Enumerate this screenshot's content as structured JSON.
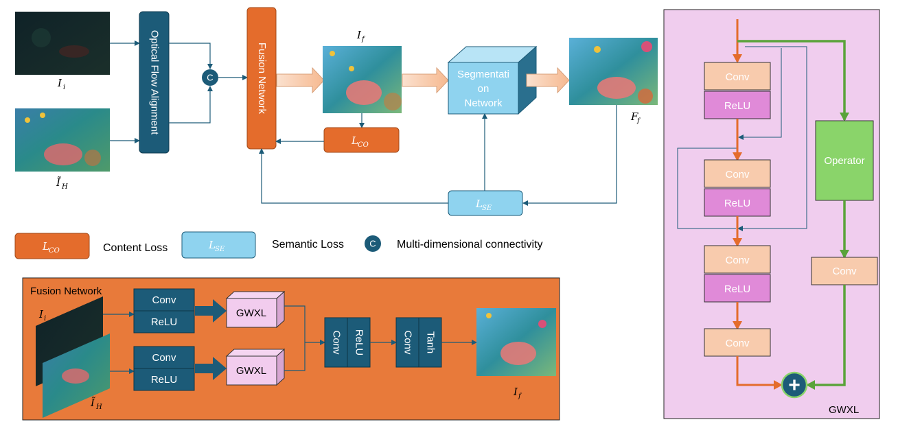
{
  "main": {
    "input_low": "I",
    "input_low_sub": "i",
    "input_high": "Ĩ",
    "input_high_sub": "H",
    "optical_flow_label": "Optical  Flow  Alignment",
    "concat_symbol": "C",
    "fusion_network_label": "Fusion Network",
    "fused_image": "I",
    "fused_image_sub": "f",
    "content_loss_box": "L",
    "content_loss_box_sub": "CO",
    "segmentation_label": [
      "Segmentati",
      "on",
      "Network"
    ],
    "feature_label": "F",
    "feature_label_sub": "f",
    "semantic_loss_box": "L",
    "semantic_loss_box_sub": "SE"
  },
  "legend": {
    "content_box": "L",
    "content_box_sub": "CO",
    "content_text": "Content Loss",
    "semantic_box": "L",
    "semantic_box_sub": "SE",
    "semantic_text": "Semantic Loss",
    "concat_symbol": "C",
    "concat_text": "Multi-dimensional connectivity"
  },
  "fusion_panel": {
    "title": "Fusion Network",
    "input_low": "I",
    "input_low_sub": "i",
    "input_high": "Ĩ",
    "input_high_sub": "H",
    "conv": "Conv",
    "relu": "ReLU",
    "gwxl": "GWXL",
    "tanh": "Tanh",
    "output": "I",
    "output_sub": "f"
  },
  "gwxl_panel": {
    "title": "GWXL",
    "conv": "Conv",
    "relu": "ReLU",
    "operator": "Operator",
    "sum_symbol": "+"
  },
  "colors": {
    "orange": "#e46c2c",
    "teal": "#1c5b78",
    "light_blue": "#8fd3ef",
    "peach": "#f8cbad",
    "pink": "#e08ad8",
    "panel_pink": "#f0cdee",
    "green": "#8ad46a",
    "green_line": "#5aa33a"
  }
}
